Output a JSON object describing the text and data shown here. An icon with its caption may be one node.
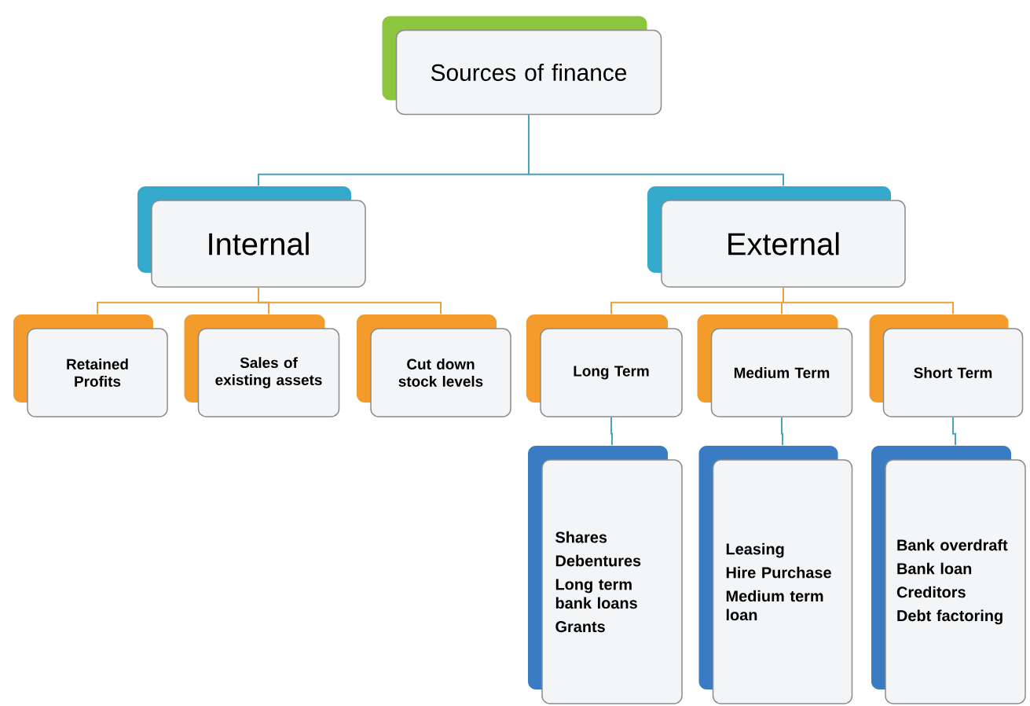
{
  "diagram": {
    "nodes": [
      {
        "text": [
          "Sources of finance"
        ]
      },
      {
        "text": [
          "Internal"
        ]
      },
      {
        "text": [
          "External"
        ]
      },
      {
        "text": [
          "Retained Profits"
        ]
      },
      {
        "text": [
          "Sales of existing assets"
        ]
      },
      {
        "text": [
          "Cut down stock levels"
        ]
      },
      {
        "text": [
          "Long Term"
        ]
      },
      {
        "text": [
          "Medium Term"
        ]
      },
      {
        "text": [
          "Short Term"
        ]
      },
      {
        "text": [
          "Shares",
          "Debentures",
          "Long term bank loans",
          "Grants"
        ]
      },
      {
        "text": [
          "Leasing",
          "Hire Purchase",
          "Medium term loan"
        ]
      },
      {
        "text": [
          "Bank overdraft",
          "Bank loan",
          "Creditors",
          "Debt factoring"
        ]
      }
    ],
    "edges": [
      {
        "from": 0,
        "to": 1,
        "arrow": "none",
        "color": "#4aa3bd"
      },
      {
        "from": 0,
        "to": 2,
        "arrow": "none",
        "color": "#4aa3bd"
      },
      {
        "from": 1,
        "to": 3,
        "arrow": "none"
      },
      {
        "from": 1,
        "to": 4,
        "arrow": "none"
      },
      {
        "from": 1,
        "to": 5,
        "arrow": "none"
      },
      {
        "from": 2,
        "to": 6,
        "arrow": "none"
      },
      {
        "from": 2,
        "to": 7,
        "arrow": "none"
      },
      {
        "from": 2,
        "to": 8,
        "arrow": "none"
      },
      {
        "from": 6,
        "to": 9,
        "arrow": "none",
        "color": "#4aa3bd"
      },
      {
        "from": 7,
        "to": 10,
        "arrow": "none",
        "color": "#4aa3bd"
      },
      {
        "from": 8,
        "to": 11,
        "arrow": "none",
        "color": "#4aa3bd"
      }
    ]
  }
}
